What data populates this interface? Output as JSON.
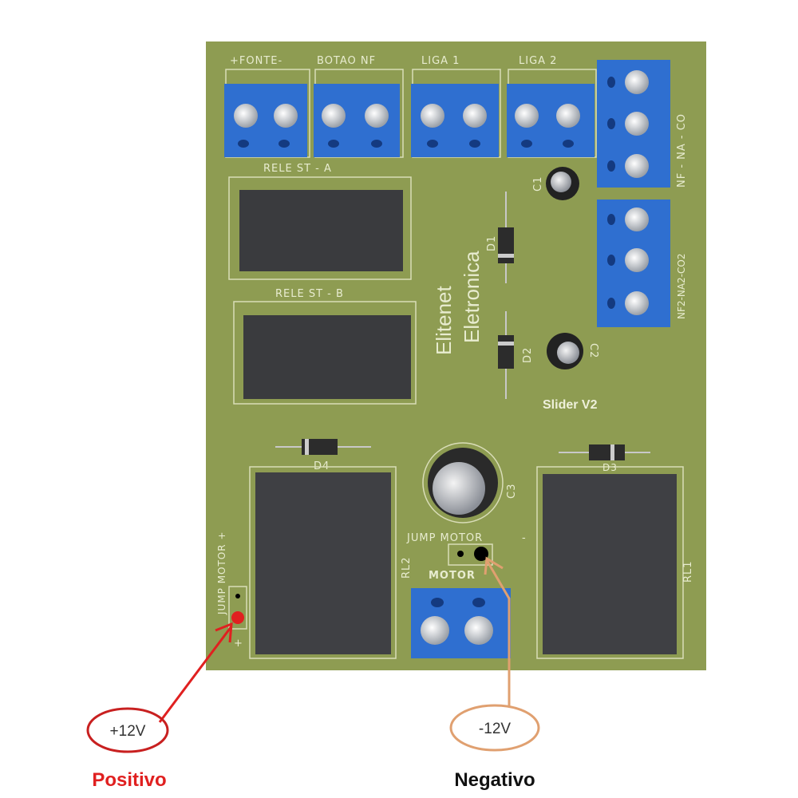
{
  "board": {
    "top_labels": [
      "+FONTE-",
      "BOTAO NF",
      "LIGA 1",
      "LIGA 2"
    ],
    "right_label_1": "NF - NA - CO",
    "right_label_2": "NF2-NA2-CO2",
    "relay_a": "RELE ST - A",
    "relay_b": "RELE ST - B",
    "brand_1": "Elitenet",
    "brand_2": "Eletronica",
    "model": "Slider V2",
    "d1": "D1",
    "d2": "D2",
    "d3": "D3",
    "d4": "D4",
    "c1": "C1",
    "c2": "C2",
    "c3": "C3",
    "rl1": "RL1",
    "rl2": "RL2",
    "jump_motor": "JUMP MOTOR",
    "jump_minus": "-",
    "jump_motor_left": "JUMP MOTOR +",
    "jump_plus": "+",
    "motor": "MOTOR"
  },
  "annotations": {
    "positive_voltage": "+12V",
    "positive_label": "Positivo",
    "negative_voltage": "-12V",
    "negative_label": "Negativo",
    "positive_color": "#e02020",
    "negative_color": "#e0a070"
  }
}
